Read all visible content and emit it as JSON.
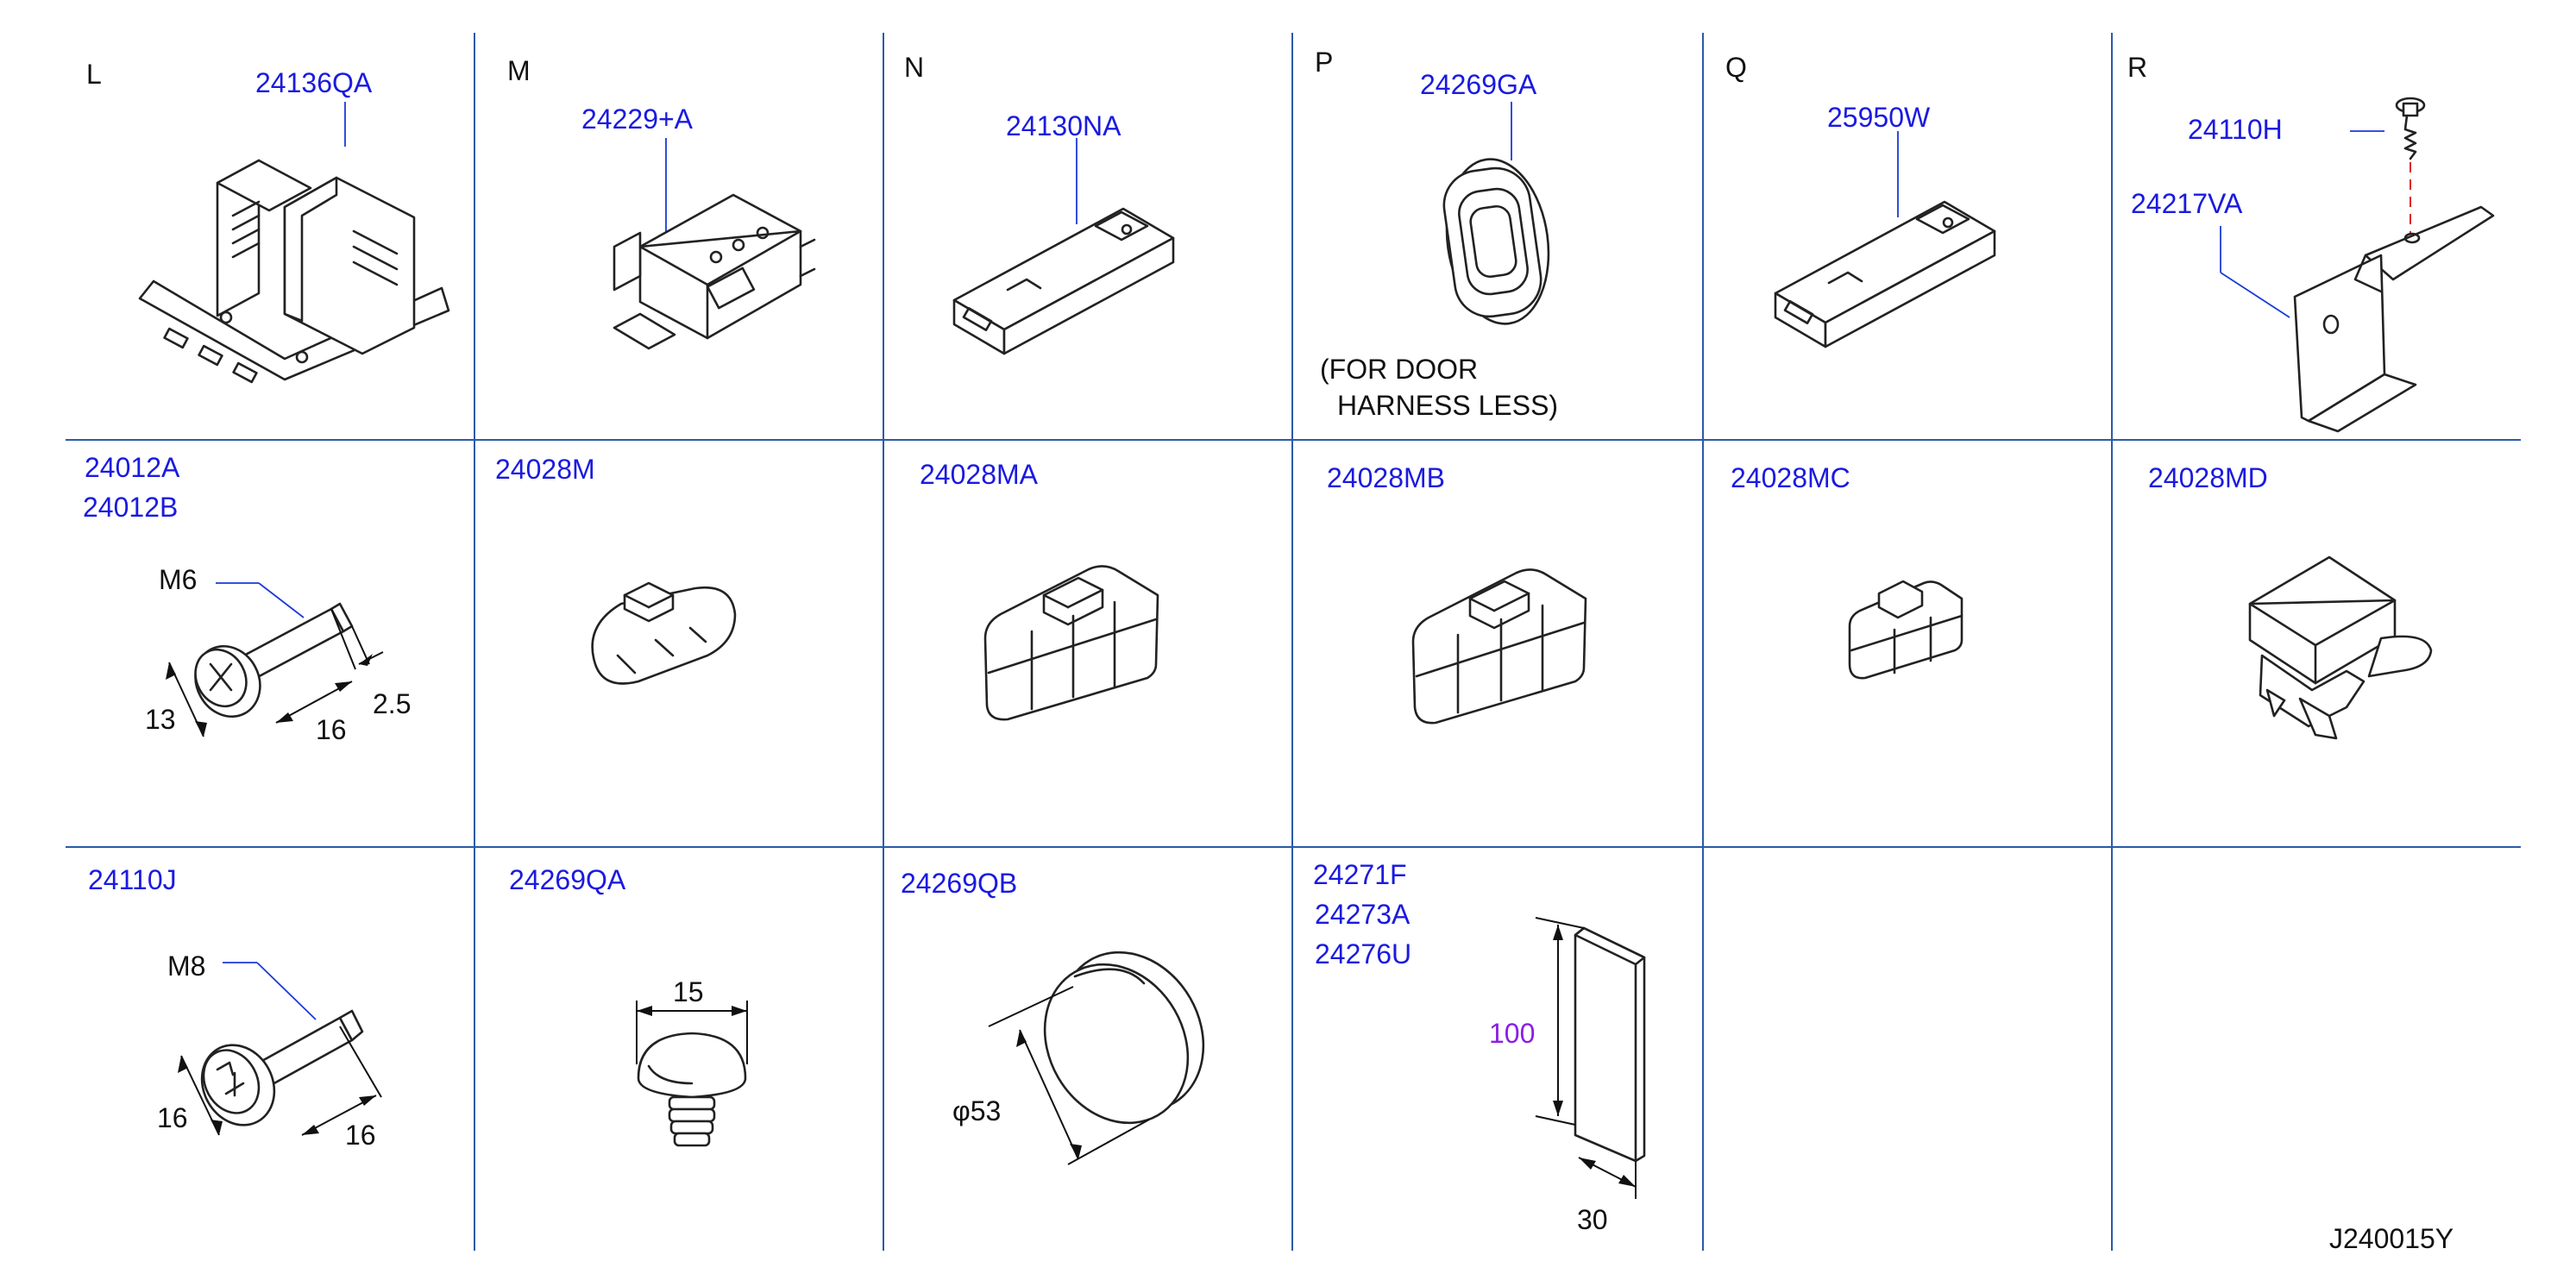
{
  "cells": [
    {
      "letter": "L",
      "part": "24136QA"
    },
    {
      "letter": "M",
      "part": "24229+A"
    },
    {
      "letter": "N",
      "part": "24130NA"
    },
    {
      "letter": "P",
      "part": "24269GA",
      "note_line1": "(FOR  DOOR",
      "note_line2": "HARNESS  LESS)"
    },
    {
      "letter": "Q",
      "part": "25950W"
    },
    {
      "letter": "R",
      "part": "24110H",
      "part2": "24217VA"
    },
    {
      "part": "24012A",
      "part2": "24012B",
      "thread": "M6",
      "dims": [
        "13",
        "16",
        "2.5"
      ]
    },
    {
      "part": "24028M"
    },
    {
      "part": "24028MA"
    },
    {
      "part": "24028MB"
    },
    {
      "part": "24028MC"
    },
    {
      "part": "24028MD"
    },
    {
      "part": "24110J",
      "thread": "M8",
      "dims": [
        "16",
        "16"
      ]
    },
    {
      "part": "24269QA",
      "dims": [
        "15"
      ]
    },
    {
      "part": "24269QB",
      "dims": [
        "φ53"
      ]
    },
    {
      "part": "24271F",
      "part2": "24273A",
      "part3": "24276U",
      "dims": [
        "100",
        "30"
      ]
    }
  ],
  "diagram_code": "J240015Y",
  "colors": {
    "part_label": "#1a1ae0",
    "grid": "#2b5aa8",
    "dimension_highlight": "#8a1ee6",
    "callout_dash": "#e0202a"
  }
}
